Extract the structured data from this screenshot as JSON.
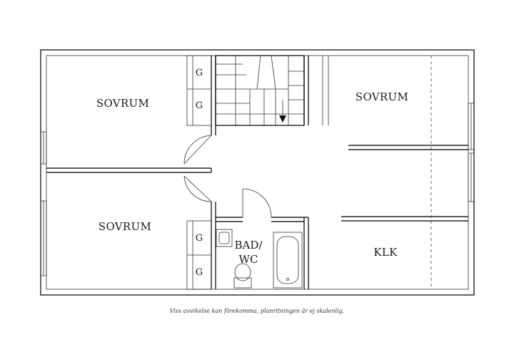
{
  "rooms": {
    "top_left": "SOVRUM",
    "bottom_left": "SOVRUM",
    "top_right": "SOVRUM",
    "kitchen": "KLK",
    "bath_line1": "BAD/",
    "bath_line2": "WC"
  },
  "cabinets": {
    "label": "G"
  },
  "disclaimer": "Viss avvikelse kan förekomma, planritningen är ej skalenlig."
}
